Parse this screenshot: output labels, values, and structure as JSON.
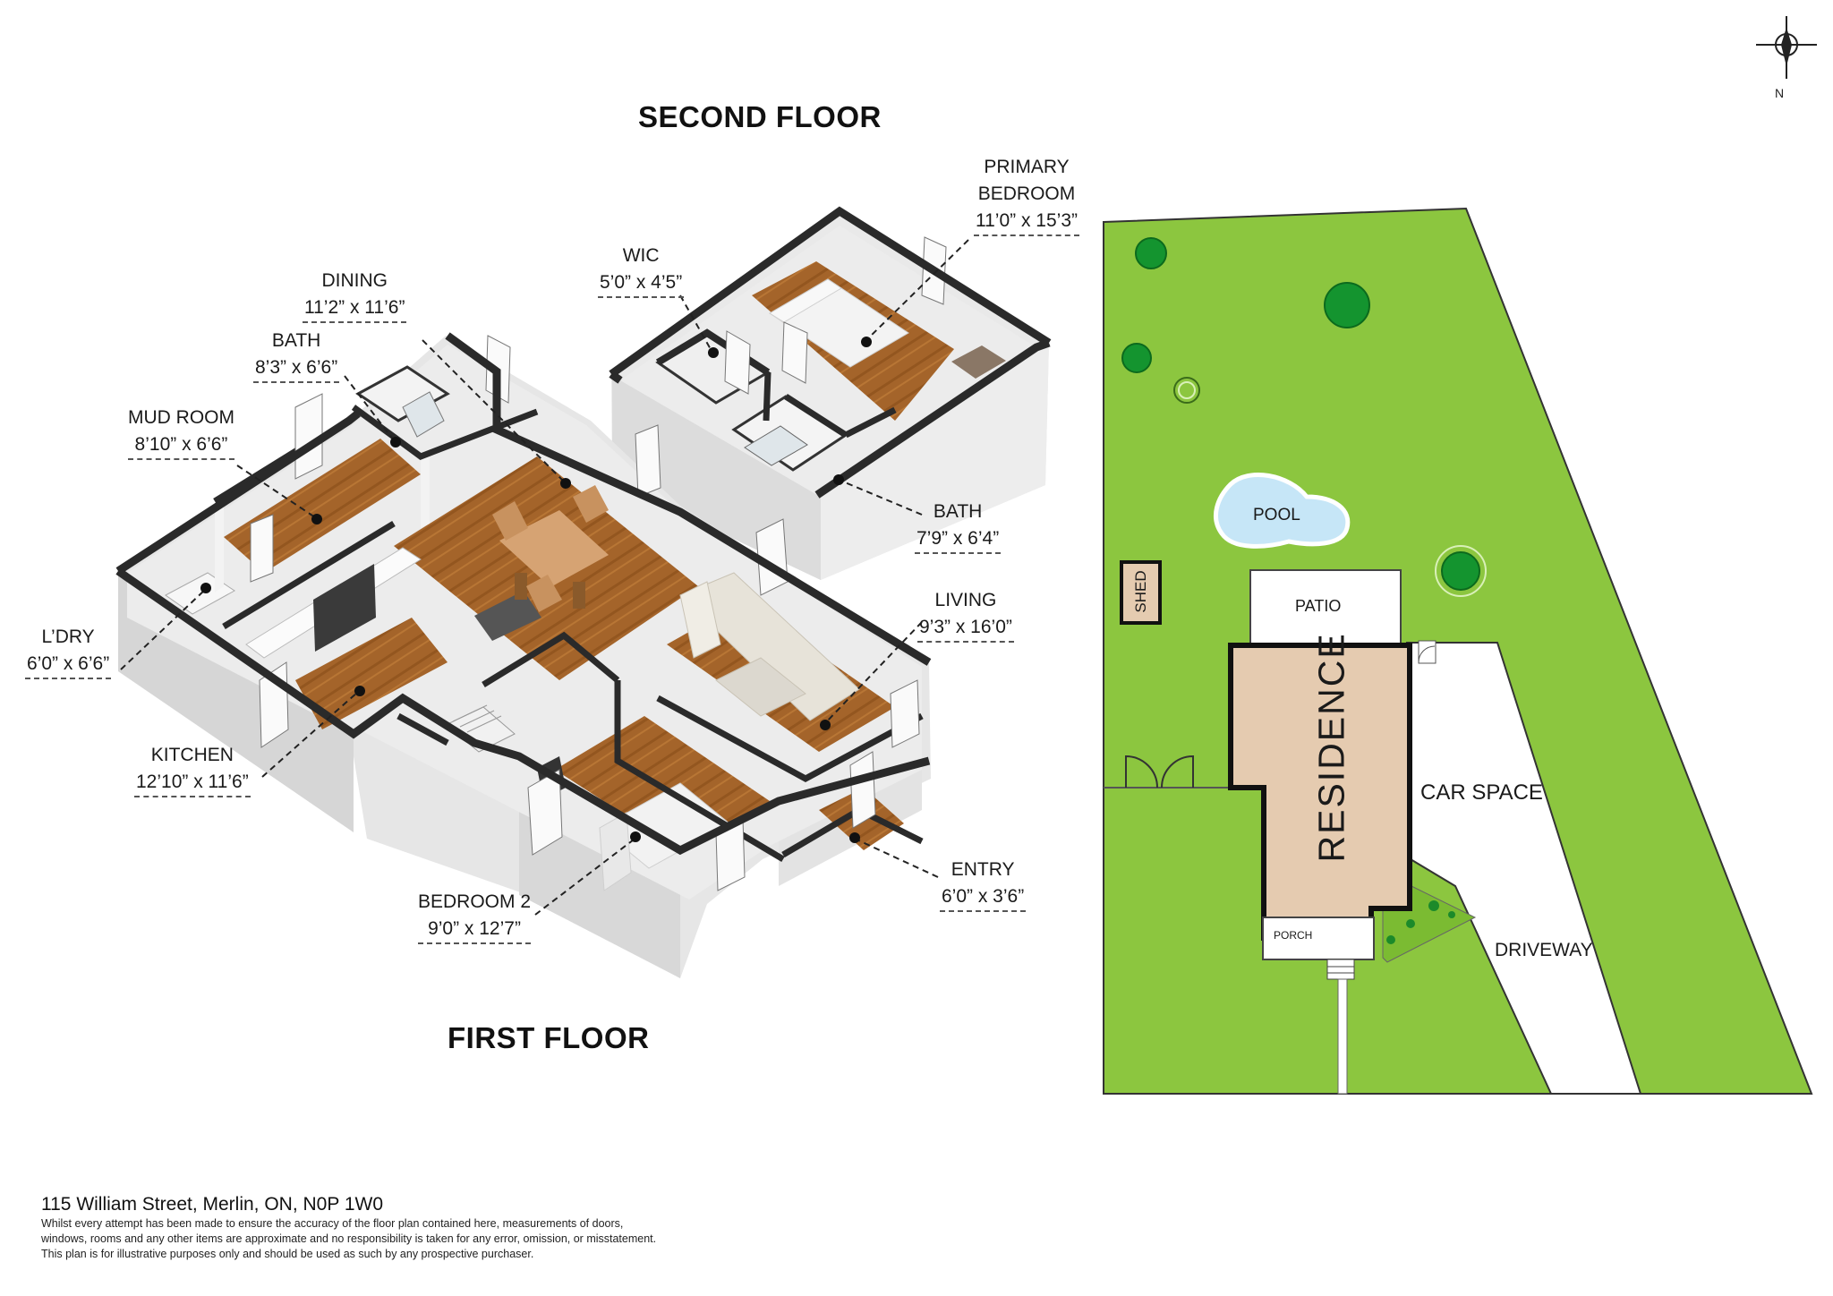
{
  "titles": {
    "second_floor": "SECOND FLOOR",
    "first_floor": "FIRST FLOOR"
  },
  "rooms": [
    {
      "name": "PRIMARY\nBEDROOM",
      "name_lines": [
        "PRIMARY",
        "BEDROOM"
      ],
      "dimensions": "11’0” x 15’3”"
    },
    {
      "name": "WIC",
      "dimensions": "5’0” x 4’5”"
    },
    {
      "name": "DINING",
      "dimensions": "11’2” x 11’6”"
    },
    {
      "name": "BATH",
      "dimensions": "8’3” x 6’6”"
    },
    {
      "name": "MUD ROOM",
      "dimensions": "8’10” x 6’6”"
    },
    {
      "name": "BATH",
      "dimensions": "7’9” x 6’4”"
    },
    {
      "name": "LIVING",
      "dimensions": "9’3” x 16’0”"
    },
    {
      "name": "L’DRY",
      "dimensions": "6’0” x 6’6”"
    },
    {
      "name": "KITCHEN",
      "dimensions": "12’10” x 11’6”"
    },
    {
      "name": "ENTRY",
      "dimensions": "6’0” x 3’6”"
    },
    {
      "name": "BEDROOM 2",
      "dimensions": "9’0” x 12’7”"
    }
  ],
  "site": {
    "pool": "POOL",
    "shed": "SHED",
    "patio": "PATIO",
    "residence": "RESIDENCE",
    "car_space": "CAR SPACE",
    "porch": "PORCH",
    "driveway": "DRIVEWAY",
    "lawn_color": "#8cc63f",
    "residence_color": "#e5cbb0",
    "pool_color": "#c6e6f7"
  },
  "compass": {
    "label": "N"
  },
  "footer": {
    "address": "115 William Street, Merlin, ON, N0P 1W0",
    "disclaimer_lines": [
      "Whilst every attempt has been made to ensure the accuracy of the floor plan contained here, measurements of doors,",
      "windows, rooms and any other items are approximate and no responsibility is taken for any error, omission, or misstatement.",
      "This plan is for illustrative purposes only and should be used as such by any prospective purchaser."
    ]
  }
}
